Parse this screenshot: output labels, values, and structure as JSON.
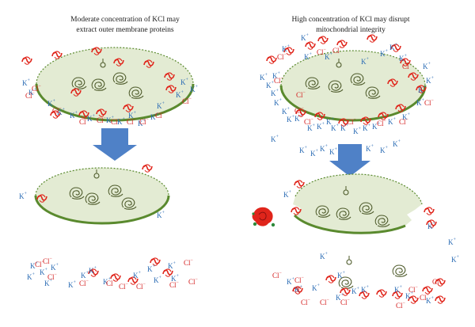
{
  "captions": {
    "left": [
      "Moderate concentration of KCl may",
      "extract outer membrane proteins"
    ],
    "right": [
      "High concentration of KCl may disrupt",
      "mitochondrial integrity"
    ]
  },
  "ions": {
    "potassium": {
      "symbol": "K",
      "charge": "+"
    },
    "chloride": {
      "symbol": "Cl",
      "charge": "−"
    }
  },
  "colors": {
    "matrix_fill": "#e3ebd3",
    "membrane": "#5a8a2e",
    "arrow": "#4f81c7",
    "potassium_text": "#2b6cb5",
    "chloride_text": "#d41f1f",
    "protein": "#e0251b"
  }
}
